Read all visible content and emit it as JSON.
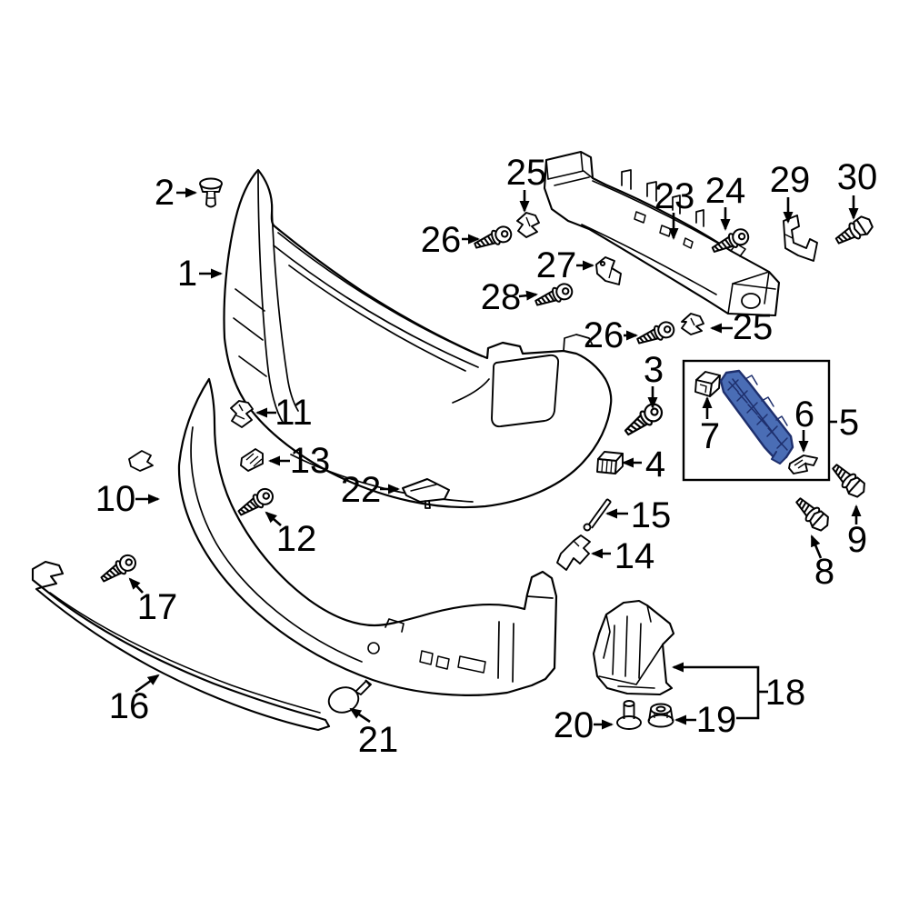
{
  "diagram": {
    "background_color": "#ffffff",
    "line_color": "#000000",
    "highlighted_part": {
      "fill": "#4a6db5",
      "outline": "#1e2f6d"
    },
    "callouts": {
      "c1": "1",
      "c2": "2",
      "c3": "3",
      "c4": "4",
      "c5": "5",
      "c6": "6",
      "c7": "7",
      "c8": "8",
      "c9": "9",
      "c10": "10",
      "c11": "11",
      "c12": "12",
      "c13": "13",
      "c14": "14",
      "c15": "15",
      "c16": "16",
      "c17": "17",
      "c18": "18",
      "c19": "19",
      "c20": "20",
      "c21": "21",
      "c22": "22",
      "c23": "23",
      "c24": "24",
      "c25a": "25",
      "c25b": "25",
      "c26a": "26",
      "c26b": "26",
      "c27": "27",
      "c28": "28",
      "c29": "29",
      "c30": "30"
    }
  }
}
